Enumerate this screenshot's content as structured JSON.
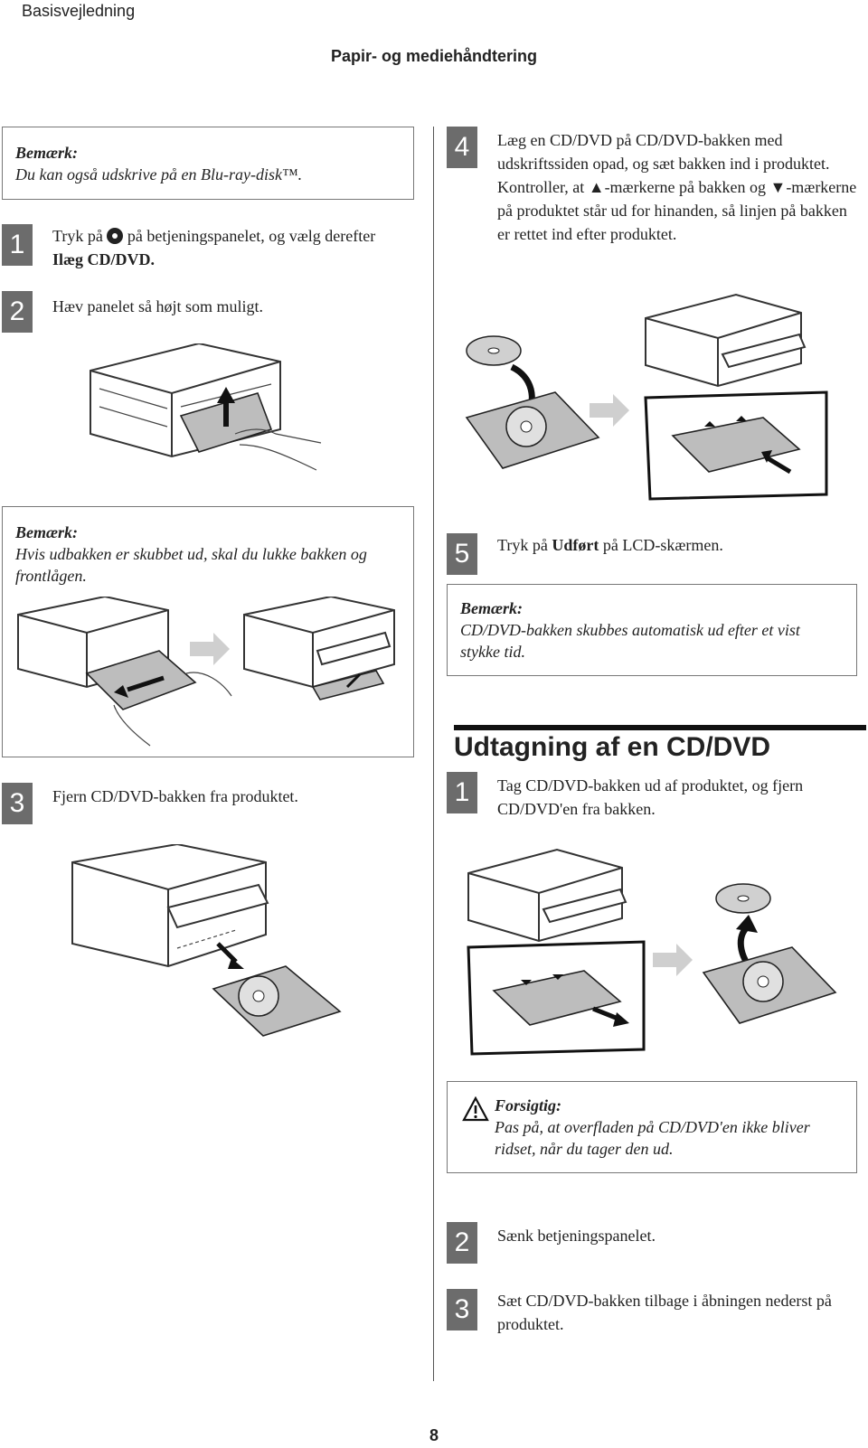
{
  "header": {
    "doc_title": "Basisvejledning",
    "section_title": "Papir- og mediehåndtering"
  },
  "left": {
    "note1": {
      "title": "Bemærk:",
      "text": "Du kan også udskrive på en Blu-ray-disk™."
    },
    "step1": {
      "num": "1",
      "text_before": "Tryk på",
      "icon": "cd-icon",
      "text_after": "på betjeningspanelet, og vælg derefter",
      "bold": "Ilæg CD/DVD."
    },
    "step2": {
      "num": "2",
      "text": "Hæv panelet så højt som muligt."
    },
    "note2": {
      "title": "Bemærk:",
      "text": "Hvis udbakken er skubbet ud, skal du lukke bakken og frontlågen."
    },
    "step3": {
      "num": "3",
      "text": "Fjern CD/DVD-bakken fra produktet."
    }
  },
  "right": {
    "step4": {
      "num": "4",
      "text": "Læg en CD/DVD på CD/DVD-bakken med udskriftssiden opad, og sæt bakken ind i produktet. Kontroller, at ▲-mærkerne på bakken og ▼-mærkerne på produktet står ud for hinanden, så linjen på bakken er rettet ind efter produktet."
    },
    "step5": {
      "num": "5",
      "text_before": "Tryk på",
      "bold": "Udført",
      "text_after": "på LCD-skærmen."
    },
    "note3": {
      "title": "Bemærk:",
      "text": "CD/DVD-bakken skubbes automatisk ud efter et vist stykke tid."
    },
    "heading": "Udtagning af en CD/DVD",
    "r_step1": {
      "num": "1",
      "text": "Tag CD/DVD-bakken ud af produktet, og fjern CD/DVD'en fra bakken."
    },
    "caution": {
      "title": "Forsigtig:",
      "text": "Pas på, at overfladen på CD/DVD'en ikke bliver ridset, når du tager den ud."
    },
    "r_step2": {
      "num": "2",
      "text": "Sænk betjeningspanelet."
    },
    "r_step3": {
      "num": "3",
      "text": "Sæt CD/DVD-bakken tilbage i åbningen nederst på produktet."
    }
  },
  "footer": {
    "page_number": "8"
  }
}
